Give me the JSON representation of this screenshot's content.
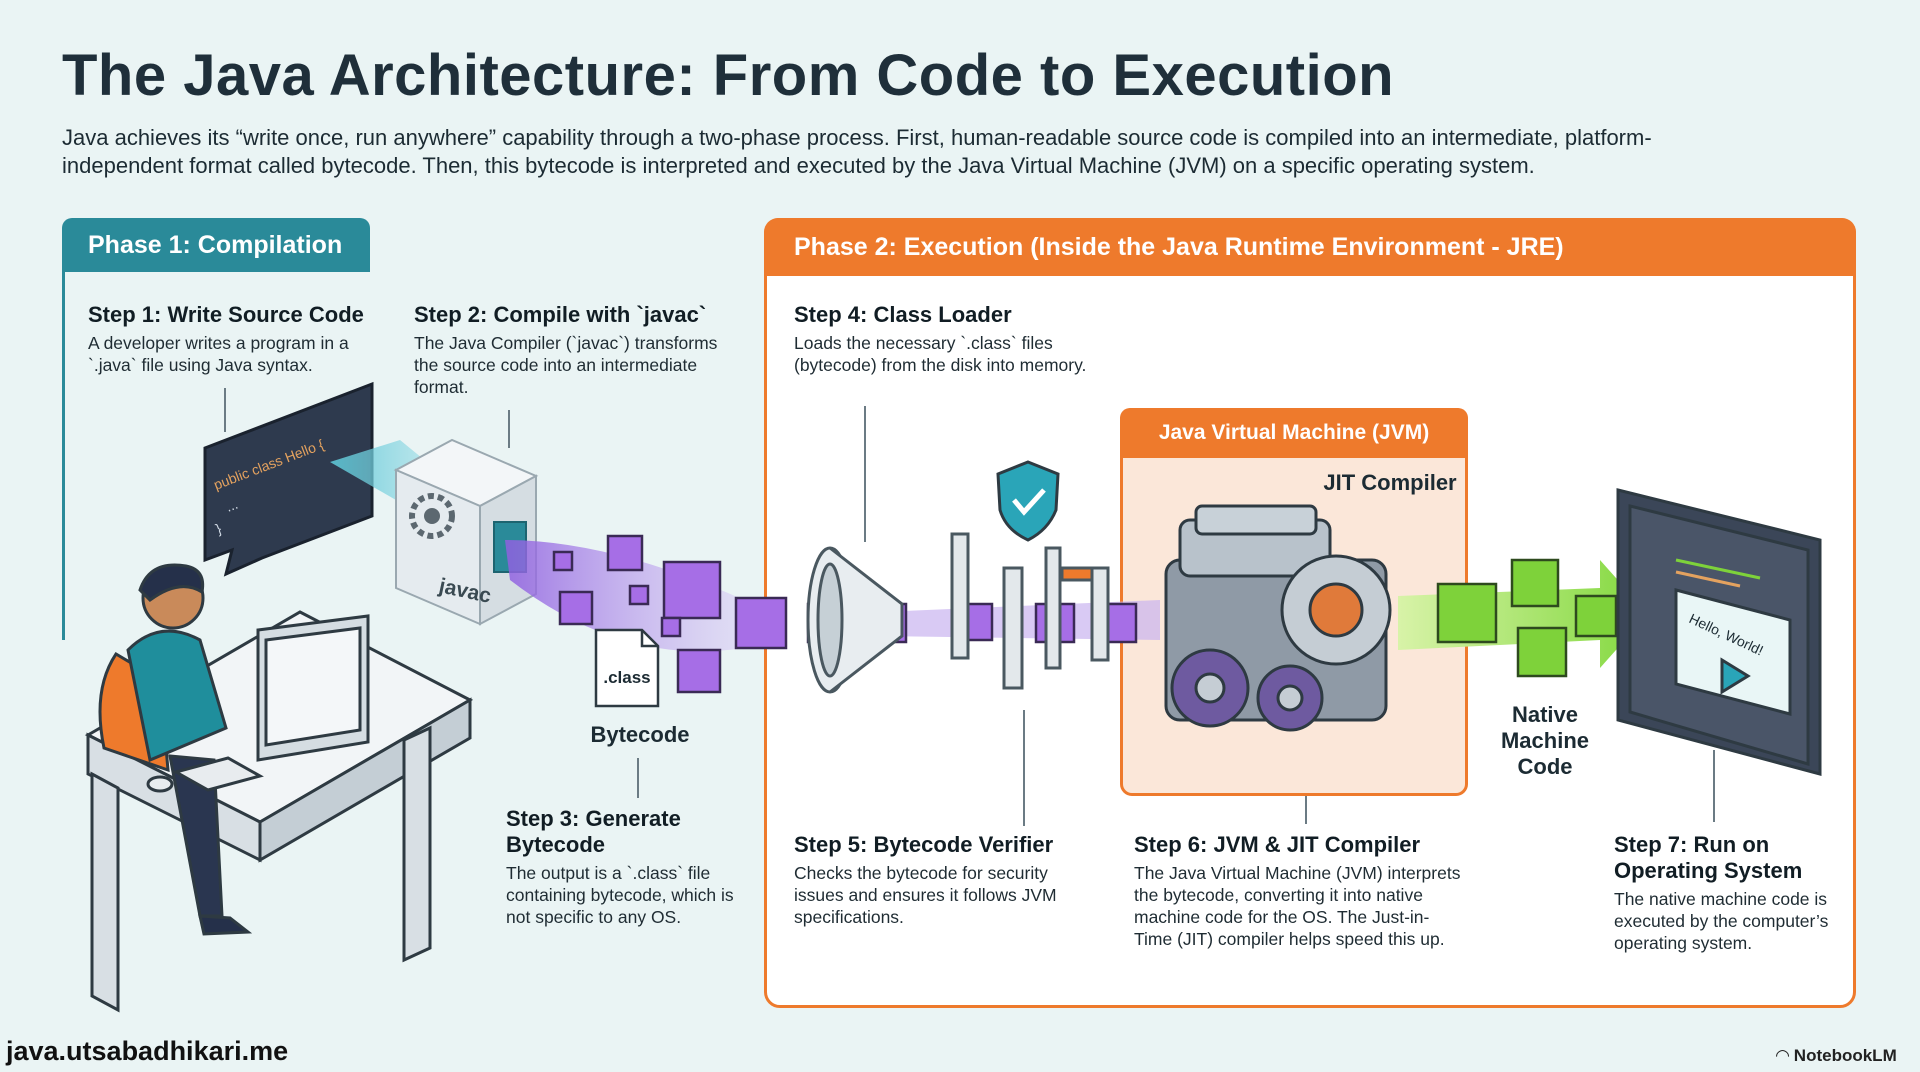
{
  "title": "The Java Architecture: From Code to Execution",
  "intro": "Java achieves its “write once, run anywhere” capability through a two-phase process. First, human-readable source code is compiled into an intermediate, platform-independent format called bytecode. Then, this bytecode is interpreted and executed by the Java Virtual Machine (JVM) on a specific operating system.",
  "phase1": {
    "label": "Phase 1: Compilation"
  },
  "phase2": {
    "label": "Phase 2: Execution (Inside the Java Runtime Environment - JRE)"
  },
  "jvm": {
    "label": "Java Virtual Machine (JVM)",
    "jit_label": "JIT Compiler"
  },
  "labels": {
    "bytecode": "Bytecode",
    "class_file": ".class",
    "javac": "javac",
    "native_code": "Native Machine Code",
    "code_snippet": [
      "public class Hello {",
      "...",
      "}"
    ],
    "screen_text": "Hello, World!"
  },
  "steps": [
    {
      "title": "Step 1: Write Source Code",
      "desc": "A developer writes a program in a `.java` file using Java syntax."
    },
    {
      "title": "Step 2: Compile with `javac`",
      "desc": "The Java Compiler (`javac`) transforms the source code into an intermediate format."
    },
    {
      "title": "Step 3: Generate Bytecode",
      "desc": "The output is a `.class` file containing bytecode, which is not specific to any OS."
    },
    {
      "title": "Step 4: Class Loader",
      "desc": "Loads the necessary `.class` files (bytecode) from the disk into memory."
    },
    {
      "title": "Step 5: Bytecode Verifier",
      "desc": "Checks the bytecode for security issues and ensures it follows JVM specifications."
    },
    {
      "title": "Step 6: JVM & JIT Compiler",
      "desc": "The Java Virtual Machine (JVM) interprets the bytecode, converting it into native machine code for the OS. The Just-in-Time (JIT) compiler helps speed this up."
    },
    {
      "title": "Step 7: Run on Operating System",
      "desc": "The native machine code is executed by the computer’s operating system."
    }
  ],
  "footer": {
    "site": "java.utsabadhikari.me",
    "brand": "NotebookLM"
  },
  "colors": {
    "teal": "#2a8a99",
    "orange": "#ee7a2c",
    "purple": "#9b6bd9",
    "green": "#7ed23a"
  }
}
